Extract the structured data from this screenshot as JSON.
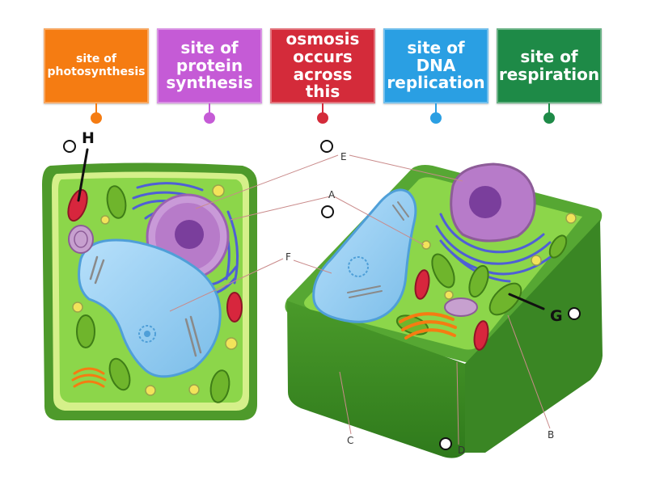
{
  "tiles": [
    {
      "text": "site of photosynthesis",
      "color": "#F57C12"
    },
    {
      "text": "site of protein synthesis",
      "color": "#C55BD6"
    },
    {
      "text": "osmosis occurs across this",
      "color": "#D42B3A"
    },
    {
      "text": "site of DNA replication",
      "color": "#2A9FE3"
    },
    {
      "text": "site of respiration",
      "color": "#1E8A47"
    }
  ],
  "labels": {
    "A": "A",
    "B": "B",
    "C": "C",
    "D": "D",
    "E": "E",
    "F": "F",
    "G": "G",
    "H": "H"
  },
  "colors": {
    "cell_wall": "#4E9A2B",
    "cytoplasm": "#8CD64A",
    "vacuole": "#8CC8F2",
    "nucleus": "#B77BC9",
    "nucleolus": "#7A3E9C",
    "er": "#5564D8",
    "chloroplast": "#6FB52C",
    "mitochondria": "#D7263D",
    "golgi": "#F57C12"
  }
}
